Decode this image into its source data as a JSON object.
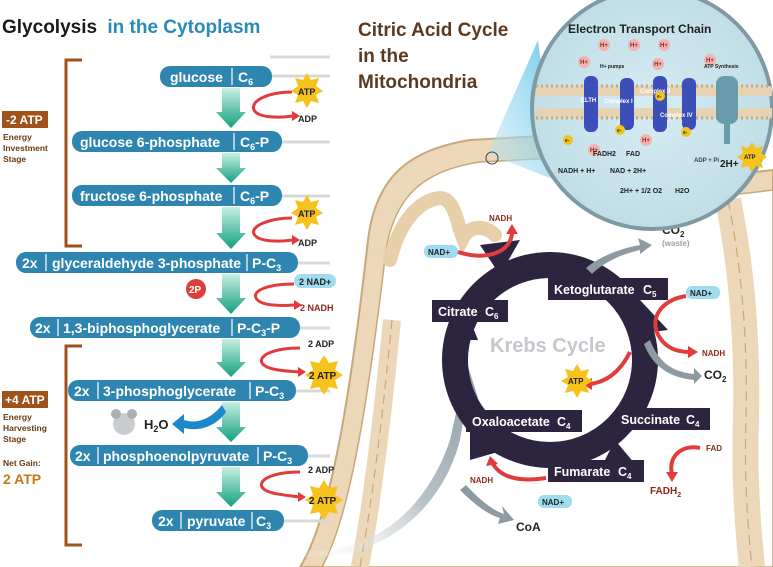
{
  "glycolysis": {
    "title_part1": "Glycolysis",
    "title_part2": "in the Cytoplasm",
    "investment_label": "-2 ATP",
    "investment_desc": [
      "Energy",
      "Investment",
      "Stage"
    ],
    "harvest_label": "+4 ATP",
    "harvest_desc": [
      "Energy",
      "Harvesting",
      "Stage"
    ],
    "net_gain_label": "Net Gain:",
    "net_gain_value": "2 ATP",
    "steps": [
      {
        "name": "glucose",
        "formula": "C6",
        "prefix": ""
      },
      {
        "name": "glucose 6-phosphate",
        "formula": "C6-P",
        "prefix": ""
      },
      {
        "name": "fructose 6-phosphate",
        "formula": "C6-P",
        "prefix": ""
      },
      {
        "name": "glyceraldehyde 3-phosphate",
        "formula": "P-C3",
        "prefix": "2x"
      },
      {
        "name": "1,3-biphosphoglycerate",
        "formula": "P-C3-P",
        "prefix": "2x"
      },
      {
        "name": "3-phosphoglycerate",
        "formula": "P-C3",
        "prefix": "2x"
      },
      {
        "name": "phosphoenolpyruvate",
        "formula": "P-C3",
        "prefix": "2x"
      },
      {
        "name": "pyruvate",
        "formula": "C3",
        "prefix": "2x"
      }
    ],
    "atp": "ATP",
    "adp": "ADP",
    "two_nad": "2 NAD+",
    "two_nadh": "2 NADH",
    "two_p": "2P",
    "two_adp": "2 ADP",
    "two_atp": "2 ATP",
    "water": "H2O"
  },
  "citric": {
    "title_lines": [
      "Citric Acid Cycle",
      "in the",
      "Mitochondria"
    ],
    "cycle_name": "Krebs Cycle",
    "nodes": {
      "citrate": "Citrate",
      "citrate_c": "C6",
      "ketoglutarate": "Ketoglutarate",
      "ketoglutarate_c": "C5",
      "succinate": "Succinate",
      "succinate_c": "C4",
      "fumarate": "Fumarate",
      "fumarate_c": "C4",
      "oxaloacetate": "Oxaloacetate",
      "oxaloacetate_c": "C4"
    },
    "nadh": "NADH",
    "nad_plus": "NAD+",
    "co2": "CO2",
    "waste": "(waste)",
    "atp": "ATP",
    "fad": "FAD",
    "fadh2": "FADH2",
    "coa": "CoA"
  },
  "etc": {
    "title": "Electron Transport Chain",
    "h_plus": "H+",
    "h_pumps": "H+ pumps",
    "atp_synthesis": "ATP Synthesis",
    "fadh2": "FADH2",
    "fad": "FAD",
    "nadh_reaction": "NADH + H+",
    "nad_reaction": "NAD + 2H+",
    "water_reaction": "2H+ + 1/2 O2",
    "water": "H2O",
    "adp_pi": "ADP + Pi",
    "two_h": "2H+",
    "atp": "ATP",
    "complex_labels": [
      "ELTH",
      "Complex I",
      "Complex II",
      "Complex III",
      "Complex IV"
    ],
    "ev_label": "e-"
  },
  "colors": {
    "pill": "#2e86b0",
    "pill_dark": "#1f6d93",
    "title_dark": "#1a1a1a",
    "title_blue": "#2a8ab8",
    "brown": "#a0521b",
    "badge": "#a0521b",
    "arrow_green": "#1aa886",
    "atp_star": "#f6c31c",
    "red_arrow": "#e23b3b",
    "krebs_arrow": "#2d2440",
    "mito": "#ecd7b9",
    "mito_border": "#c9a77c"
  }
}
